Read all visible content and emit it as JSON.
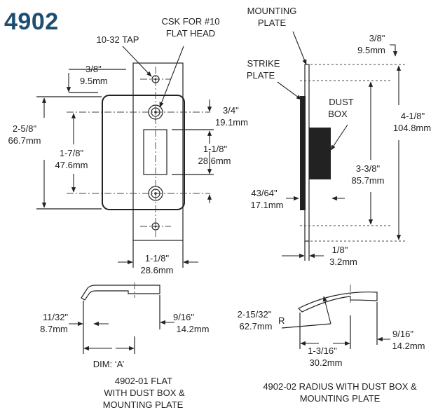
{
  "model_number": "4902",
  "front_view": {
    "tap_label": "10-32 TAP",
    "csk_label_line1": "CSK FOR #10",
    "csk_label_line2": "FLAT HEAD",
    "top_offset_in": "3/8\"",
    "top_offset_mm": "9.5mm",
    "overall_height_in": "2-5/8\"",
    "overall_height_mm": "66.7mm",
    "hole_spacing_in": "1-7/8\"",
    "hole_spacing_mm": "47.6mm",
    "hole_to_opening_in": "3/4\"",
    "hole_to_opening_mm": "19.1mm",
    "opening_height_in": "1-1/8\"",
    "opening_height_mm": "28.6mm",
    "width_in": "1-1/8\"",
    "width_mm": "28.6mm"
  },
  "side_view": {
    "mounting_plate_line1": "MOUNTING",
    "mounting_plate_line2": "PLATE",
    "strike_plate_line1": "STRIKE",
    "strike_plate_line2": "PLATE",
    "dust_box_line1": "DUST",
    "dust_box_line2": "BOX",
    "top_offset_in": "3/8\"",
    "top_offset_mm": "9.5mm",
    "overall_height_in": "4-1/8\"",
    "overall_height_mm": "104.8mm",
    "box_height_in": "3-3/8\"",
    "box_height_mm": "85.7mm",
    "strike_thickness_in": "43/64\"",
    "strike_thickness_mm": "17.1mm",
    "plate_thickness_in": "1/8\"",
    "plate_thickness_mm": "3.2mm"
  },
  "flat_view": {
    "lip_in": "11/32\"",
    "lip_mm": "8.7mm",
    "depth_in": "9/16\"",
    "depth_mm": "14.2mm",
    "dim_label": "DIM: ‘A’",
    "caption_line1": "4902-01 FLAT",
    "caption_line2": "WITH DUST BOX &",
    "caption_line3": "MOUNTING PLATE"
  },
  "radius_view": {
    "radius_in": "2-15/32\"",
    "radius_mm": "62.7mm",
    "radius_symbol": "R",
    "lip_in": "1-3/16\"",
    "lip_mm": "30.2mm",
    "depth_in": "9/16\"",
    "depth_mm": "14.2mm",
    "caption_line1": "4902-02 RADIUS WITH DUST BOX &",
    "caption_line2": "MOUNTING PLATE"
  }
}
